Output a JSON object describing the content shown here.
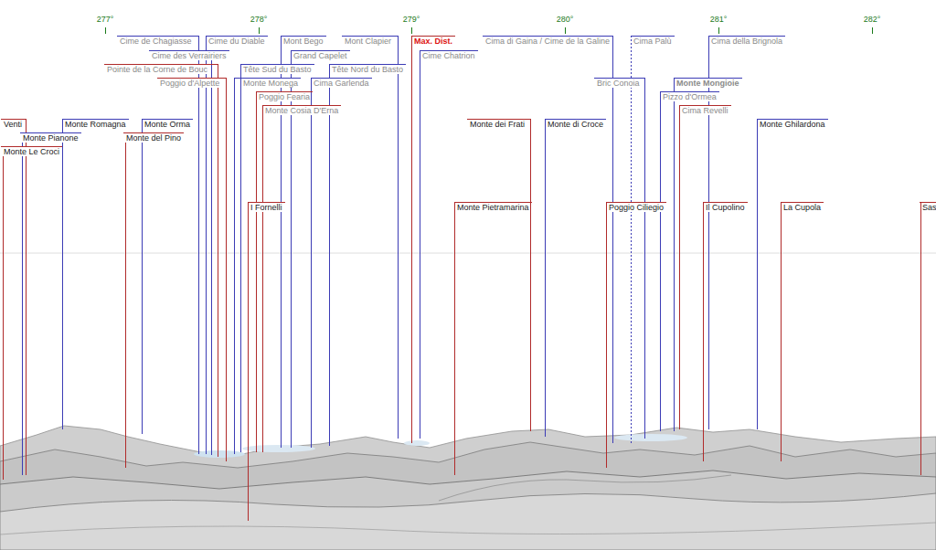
{
  "diagram": {
    "labels": [
      "277°",
      "278°",
      "279°",
      "280°",
      "281°",
      "282°",
      "Cime de Chagiasse",
      "Cime du Diable",
      "Mont Bego",
      "Mont Clapier",
      "Max. Dist.",
      "Cima di Gaina / Cime de la Galine",
      "Cima Palù",
      "Cima della Brignola",
      "Cime des Verrairiers",
      "Grand Capelet",
      "Cime Chatrion",
      "Pointe de la Corne de Bouc",
      "Tête Sud du Basto",
      "Tête Nord du Basto",
      "Poggio d'Alpette",
      "Monte Monega",
      "Cima Garlenda",
      "Bric Conoia",
      "Monte Mongioie",
      "Poggio Fearia",
      "Pizzo d'Ormea",
      "Monte Cosia D'Erna",
      "Cima Revelli",
      "Venti",
      "Monte Romagna",
      "Monte Orma",
      "Monte dei Frati",
      "Monte di Croce",
      "Monte Ghilardona",
      "Monte Pianone",
      "Monte del Pino",
      "Monte Le Croci",
      "I Fornelli",
      "Monte Pietramarina",
      "Poggio Ciliegio",
      "Il Cupolino",
      "La Cupola",
      "Sas"
    ]
  }
}
